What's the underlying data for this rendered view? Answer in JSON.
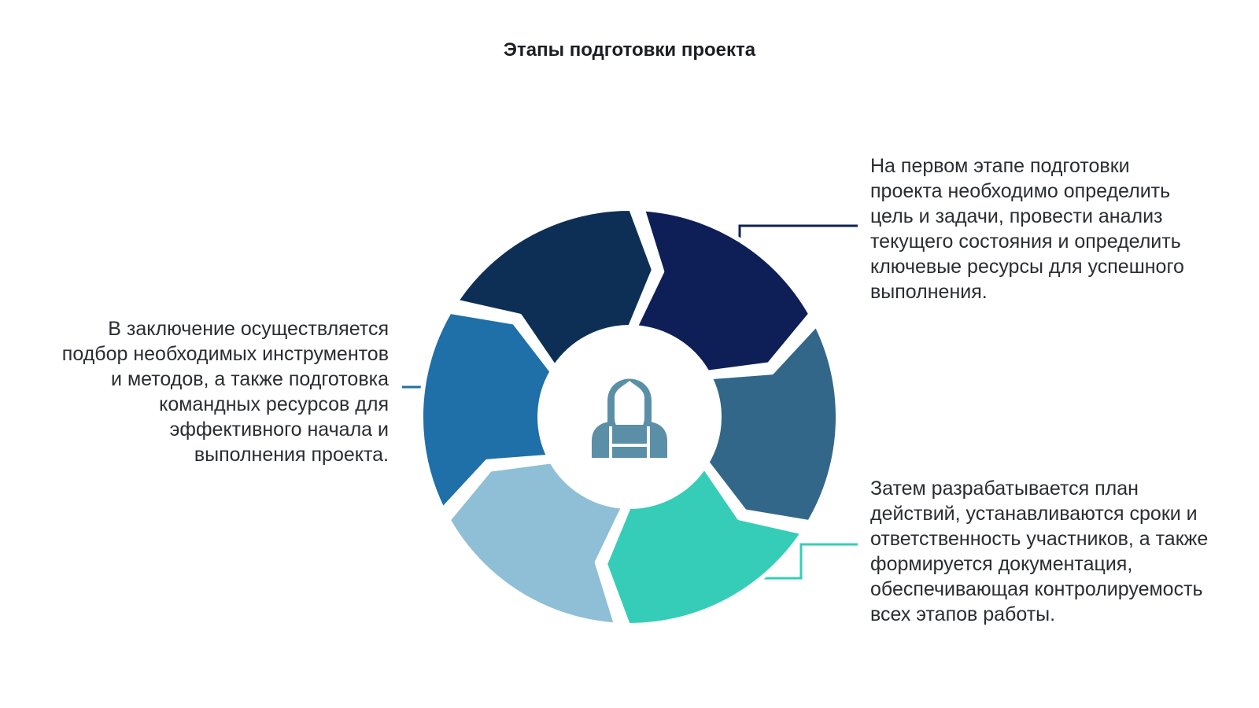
{
  "title": "Этапы подготовки проекта",
  "stages": [
    {
      "id": "first",
      "text": "На первом этапе подготовки проекта необходимо определить цель и задачи, провести анализ текущего состояния и определить ключевые ресурсы для успешного выполнения.",
      "connector_color": "#0f2350"
    },
    {
      "id": "second",
      "text": "Затем разрабатывается план действий, устанавливаются сроки и ответственность участников, а также формируется документация, обеспечивающая контролируемость всех этапов работы.",
      "connector_color": "#35cdb8"
    },
    {
      "id": "final",
      "text": "В заключение осуществляется подбор необходимых инструментов и методов, а также подготовка командных ресурсов для эффективного начала и выполнения проекта.",
      "connector_color": "#1f6fa8"
    }
  ],
  "center_icon": "person-icon",
  "segment_colors": [
    "#0e1f57",
    "#336789",
    "#35cdb8",
    "#8fbfd6",
    "#1f6fa8",
    "#0d2f55"
  ],
  "icon_color": "#5b8fa8"
}
